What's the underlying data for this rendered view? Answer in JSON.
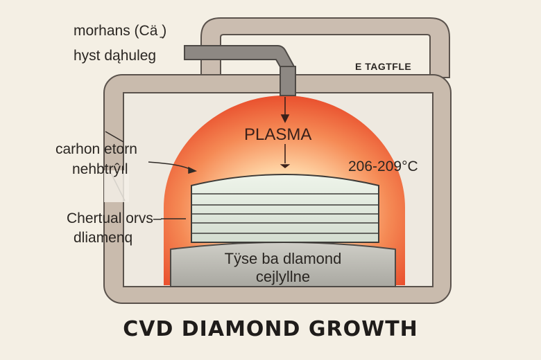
{
  "labels": {
    "gas_line_1": "morhans (Cä ̱)",
    "gas_line_2": "hyst dąhuleg",
    "inset_tag": "E TAGTFLE",
    "plasma": "PLASMA",
    "carbon_1": "carhon etorn",
    "carbon_2": "nehbtrŷıl",
    "temperature": "206-209°C",
    "diamond_1": "Chertual orvs–",
    "diamond_2": "dliamenq",
    "substrate_1": "Tÿse ba dlamond",
    "substrate_2": "cejlyllne"
  },
  "title": "CVD DIAMOND GROWTH",
  "colors": {
    "background": "#f4efe4",
    "chamber_wall": "#c7b8aa",
    "chamber_outline": "#5a524c",
    "plasma_core": "#fff2d6",
    "plasma_edge": "#ef5a33",
    "diamond_layer": "#dfe9dc",
    "substrate": "#bdbcb5"
  }
}
